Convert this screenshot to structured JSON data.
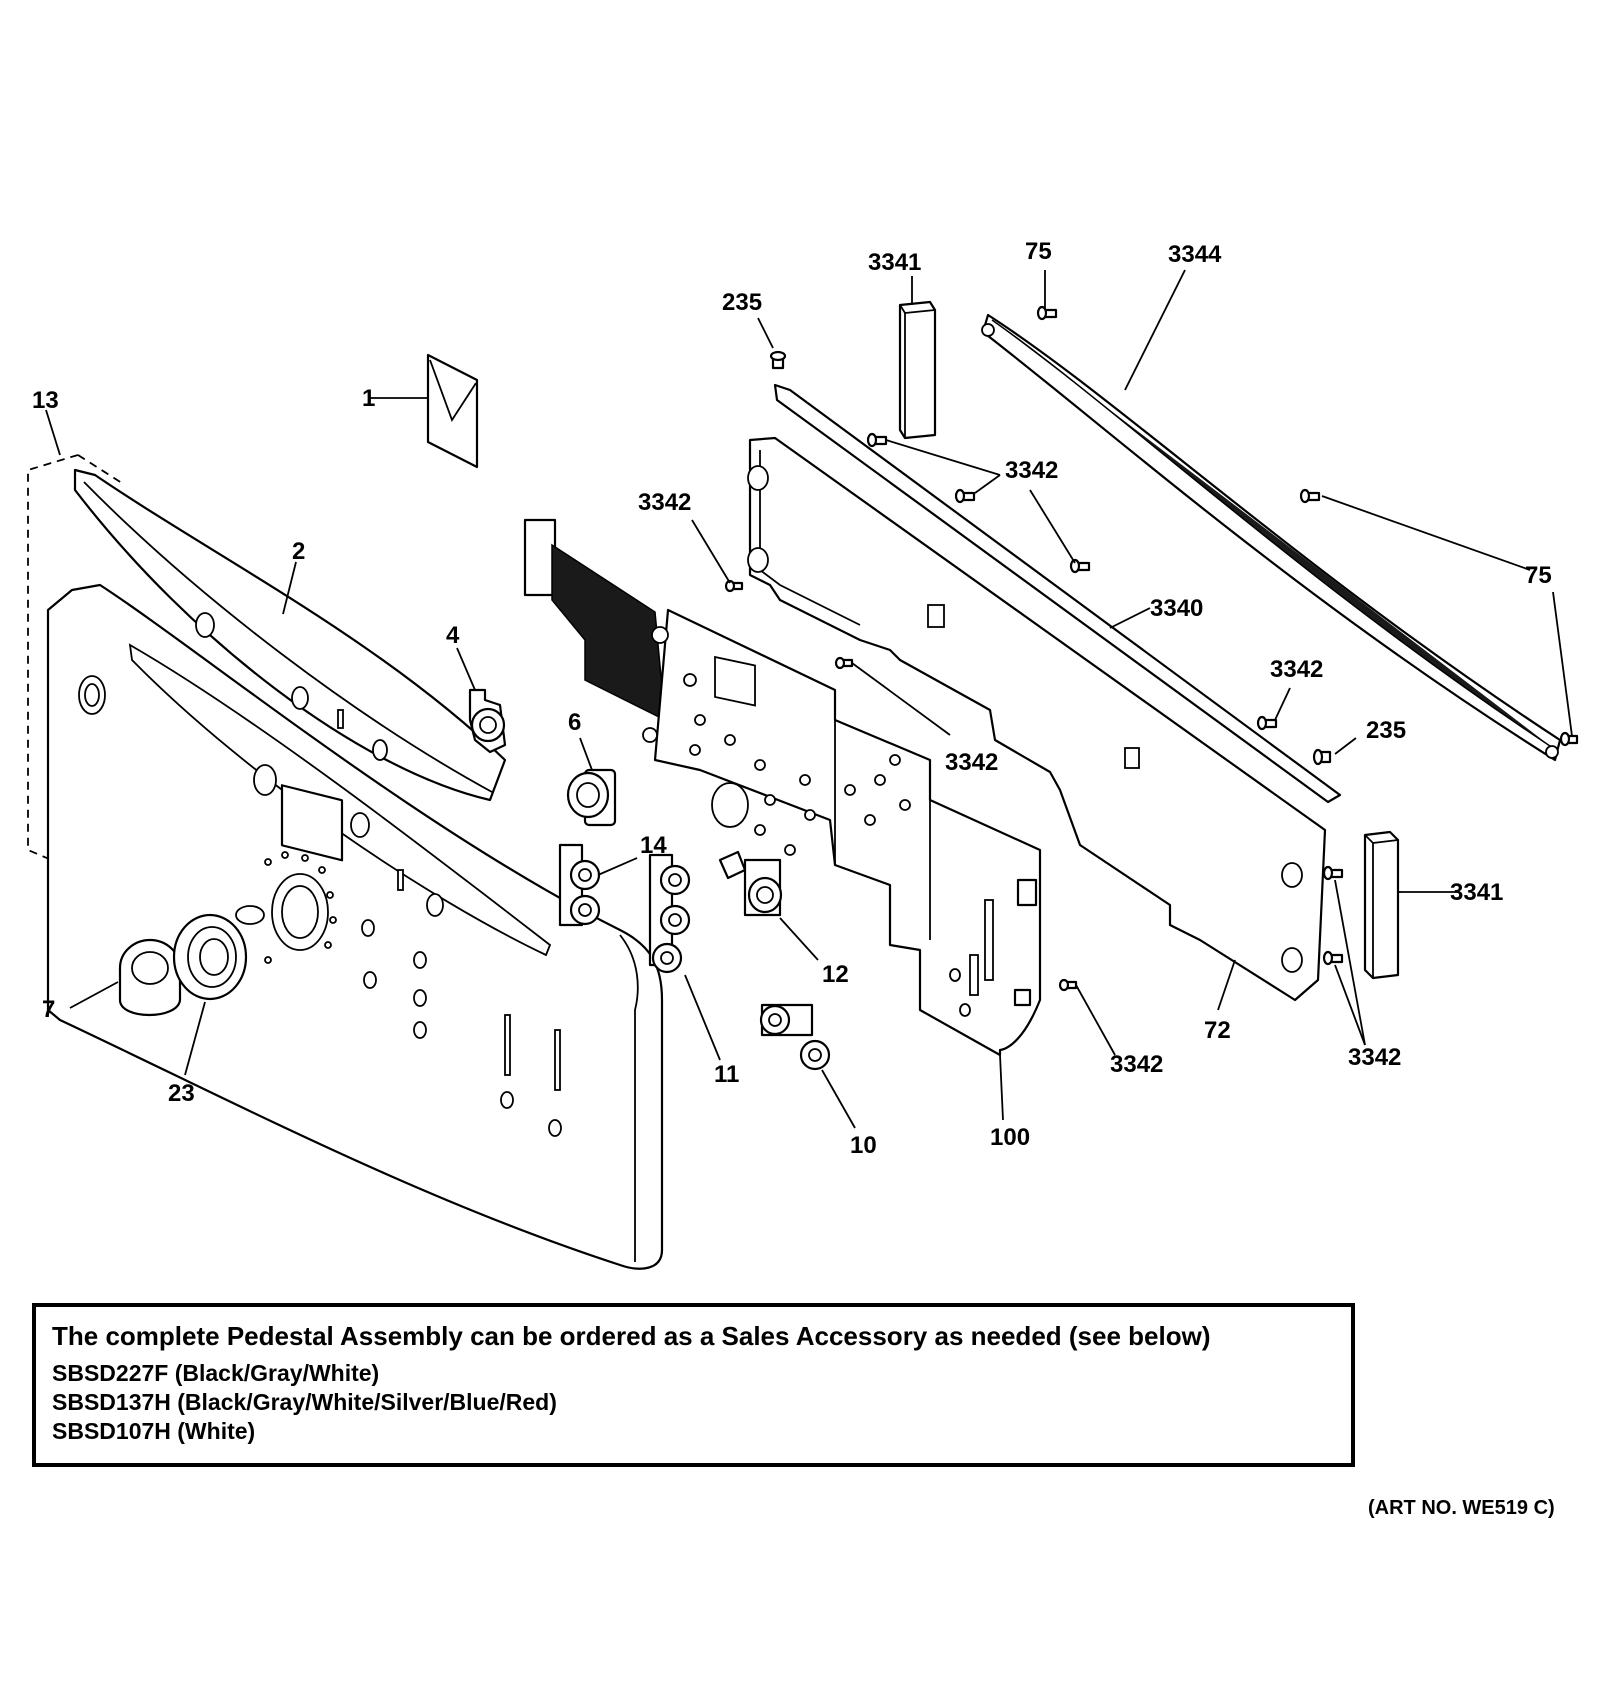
{
  "diagram": {
    "part_labels": [
      {
        "id": "p13",
        "text": "13"
      },
      {
        "id": "p1",
        "text": "1"
      },
      {
        "id": "p2",
        "text": "2"
      },
      {
        "id": "p4",
        "text": "4"
      },
      {
        "id": "p6",
        "text": "6"
      },
      {
        "id": "p14",
        "text": "14"
      },
      {
        "id": "p7",
        "text": "7"
      },
      {
        "id": "p23",
        "text": "23"
      },
      {
        "id": "p11",
        "text": "11"
      },
      {
        "id": "p12",
        "text": "12"
      },
      {
        "id": "p10",
        "text": "10"
      },
      {
        "id": "p100",
        "text": "100"
      },
      {
        "id": "p235a",
        "text": "235"
      },
      {
        "id": "p235b",
        "text": "235"
      },
      {
        "id": "p3341a",
        "text": "3341"
      },
      {
        "id": "p3341b",
        "text": "3341"
      },
      {
        "id": "p75a",
        "text": "75"
      },
      {
        "id": "p75b",
        "text": "75"
      },
      {
        "id": "p3344",
        "text": "3344"
      },
      {
        "id": "p3342a",
        "text": "3342"
      },
      {
        "id": "p3342b",
        "text": "3342"
      },
      {
        "id": "p3342c",
        "text": "3342"
      },
      {
        "id": "p3342d",
        "text": "3342"
      },
      {
        "id": "p3342e",
        "text": "3342"
      },
      {
        "id": "p3342f",
        "text": "3342"
      },
      {
        "id": "p3340",
        "text": "3340"
      },
      {
        "id": "p72",
        "text": "72"
      }
    ]
  },
  "note": {
    "title": "The complete Pedestal Assembly can be ordered as a Sales Accessory as needed (see below)",
    "lines": [
      "SBSD227F (Black/Gray/White)",
      "SBSD137H (Black/Gray/White/Silver/Blue/Red)",
      "SBSD107H (White)"
    ]
  },
  "art_number": "(ART NO. WE519 C)"
}
